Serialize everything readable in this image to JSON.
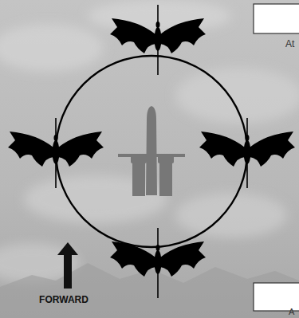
{
  "diagram": {
    "labels": [
      "At",
      "A",
      "FORWARD"
    ]
  }
}
